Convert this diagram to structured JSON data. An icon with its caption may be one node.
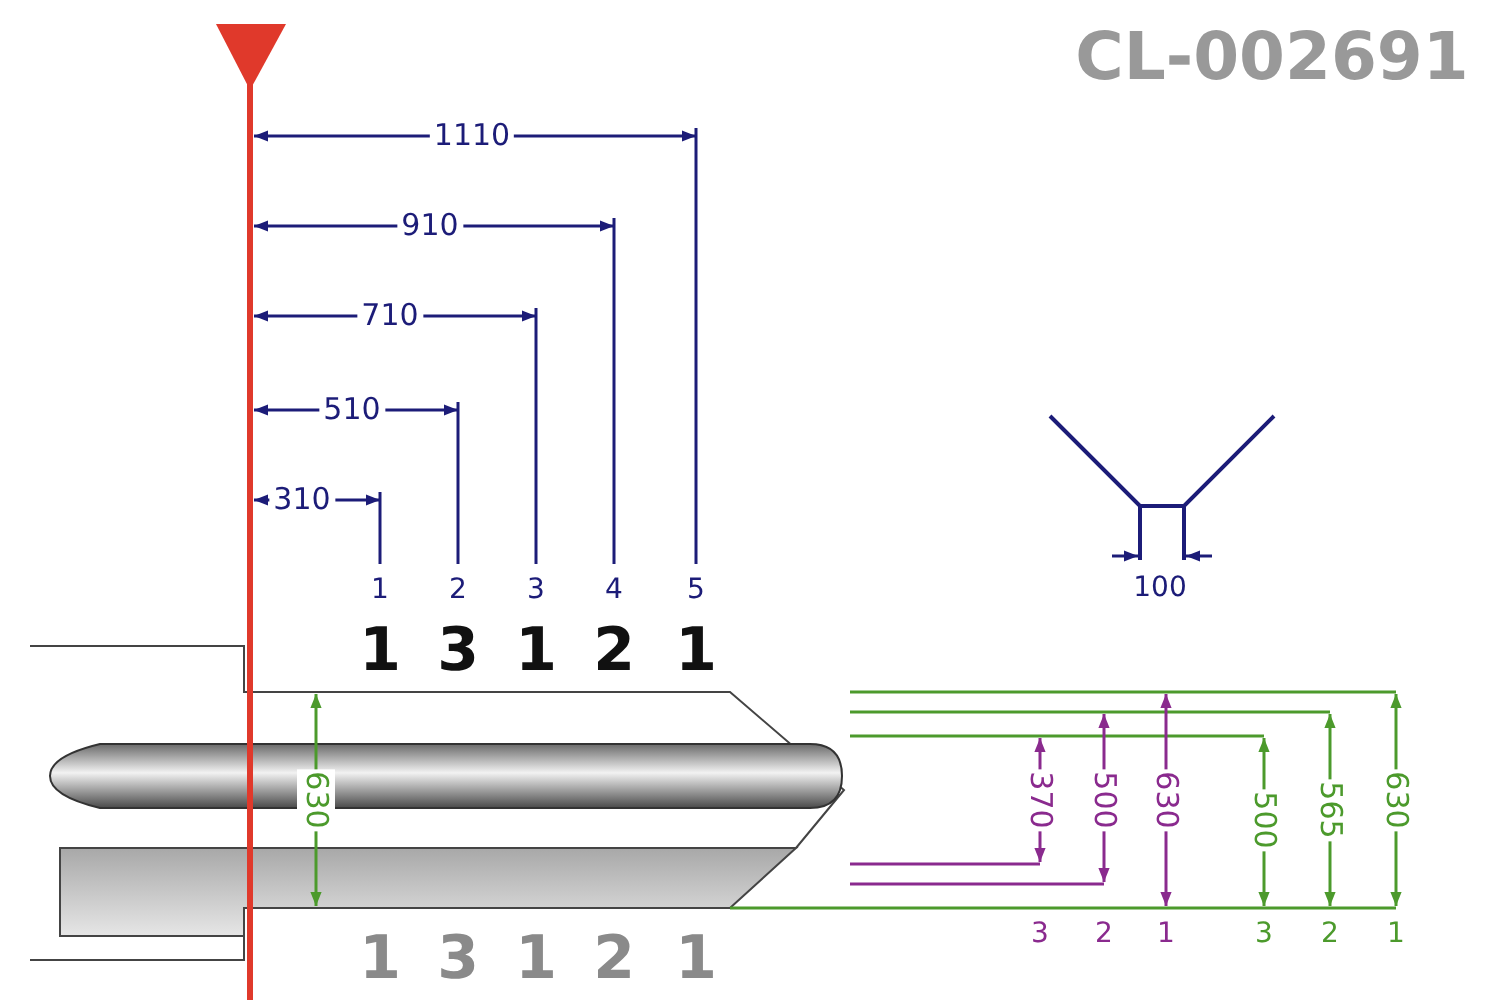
{
  "diagram": {
    "labels": [
      "CL-002691",
      "1110",
      "910",
      "710",
      "510",
      "310",
      "1",
      "2",
      "3",
      "4",
      "5",
      "100",
      "1",
      "3",
      "1",
      "2",
      "1",
      "630",
      "370",
      "500",
      "630",
      "500",
      "565",
      "630",
      "3",
      "2",
      "1",
      "3",
      "2",
      "1",
      "1",
      "3",
      "1",
      "2",
      "1"
    ]
  }
}
